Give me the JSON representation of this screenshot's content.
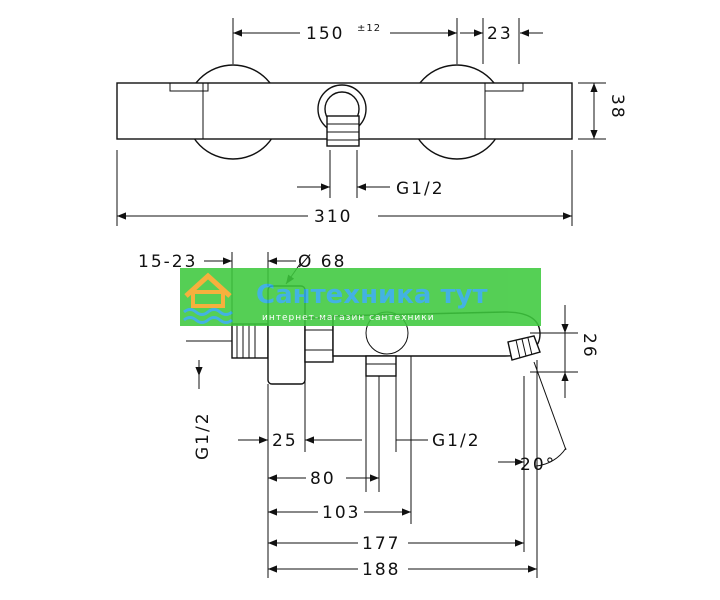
{
  "top_view": {
    "dim_150": "150",
    "dim_tolerance": "±12",
    "dim_23": "23",
    "dim_38": "38",
    "dim_g12": "G1/2",
    "dim_310": "310"
  },
  "side_view": {
    "dim_15_23": "15-23",
    "dim_d68": "Ø 68",
    "dim_26": "26",
    "dim_g12_vertical": "G1/2",
    "dim_25": "25",
    "dim_g12_right": "G1/2",
    "dim_20deg": "20°",
    "dim_80": "80",
    "dim_103": "103",
    "dim_177": "177",
    "dim_188": "188"
  },
  "watermark": {
    "title": "Сантехника тут",
    "subtitle": "интернет-магазин сантехники"
  },
  "colors": {
    "watermark_band": "#3ec93e",
    "watermark_title": "#2aa8e0",
    "line": "#111111"
  }
}
